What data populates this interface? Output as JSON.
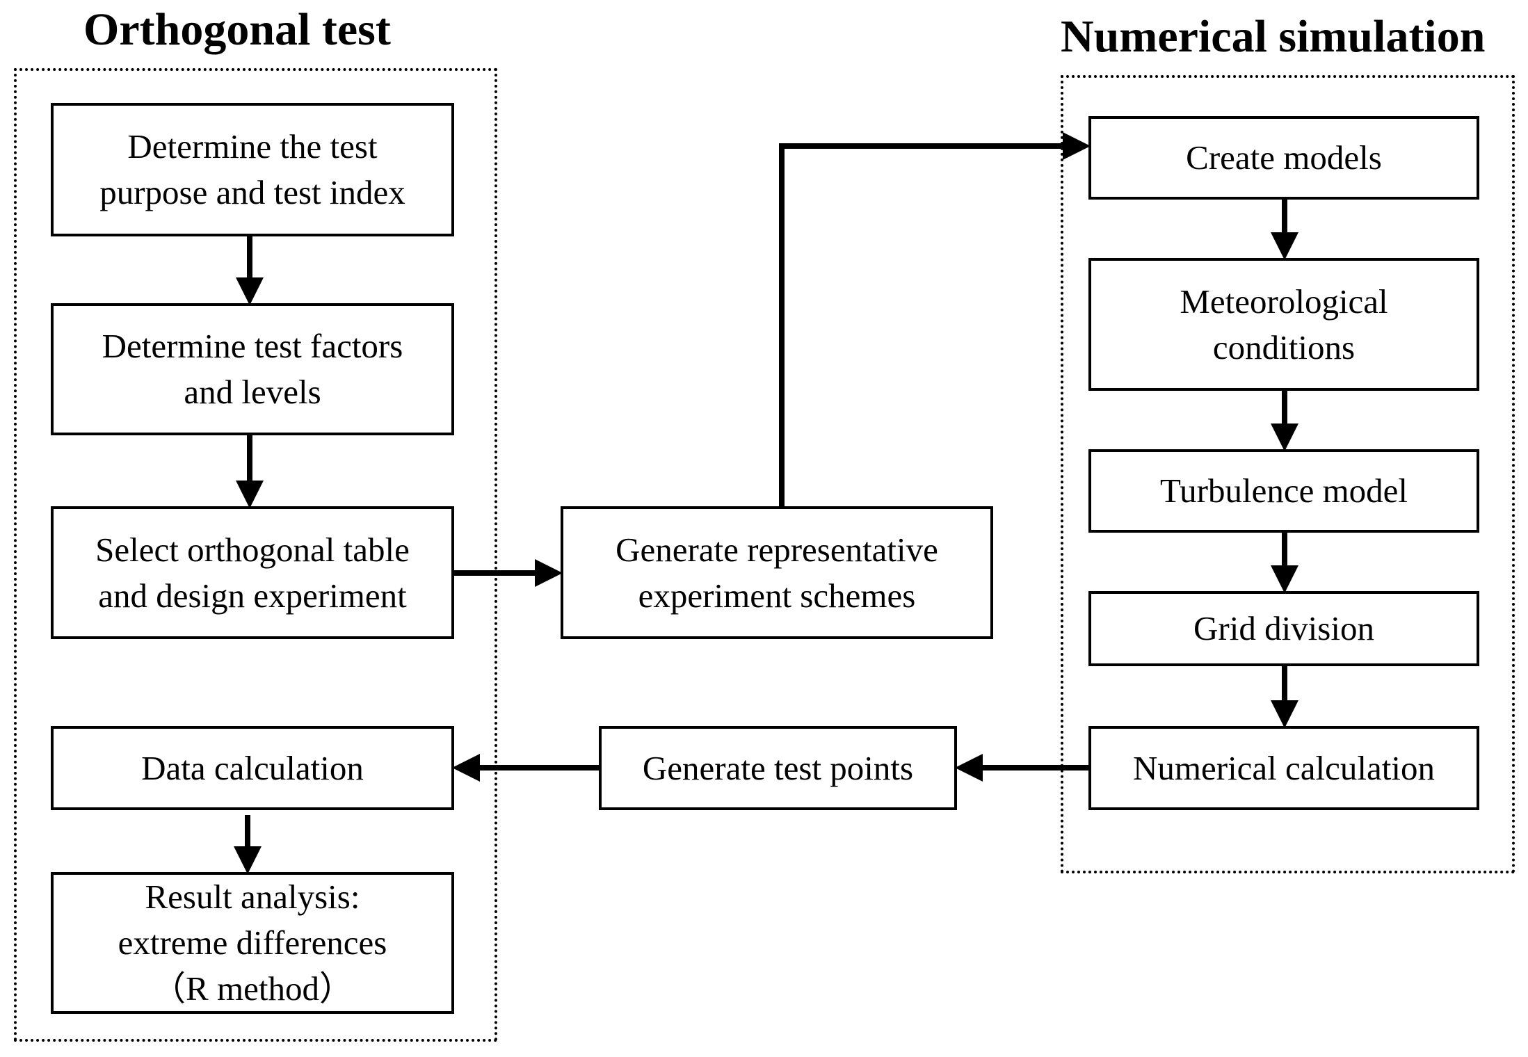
{
  "groups": {
    "orthogonal": {
      "title": "Orthogonal test"
    },
    "numerical": {
      "title": "Numerical simulation"
    }
  },
  "nodes": {
    "determine_purpose": {
      "lines": [
        "Determine the test",
        "purpose and test index"
      ]
    },
    "determine_factors": {
      "lines": [
        "Determine test factors",
        "and levels"
      ]
    },
    "select_table": {
      "lines": [
        "Select orthogonal table",
        "and design experiment"
      ]
    },
    "data_calculation": {
      "lines": [
        "Data calculation"
      ]
    },
    "result_analysis": {
      "lines": [
        "Result analysis:",
        "extreme differences",
        "（R method）"
      ]
    },
    "generate_schemes": {
      "lines": [
        "Generate representative",
        "experiment schemes"
      ]
    },
    "generate_points": {
      "lines": [
        "Generate test points"
      ]
    },
    "create_models": {
      "lines": [
        "Create models"
      ]
    },
    "meteorological": {
      "lines": [
        "Meteorological",
        "conditions"
      ]
    },
    "turbulence": {
      "lines": [
        "Turbulence model"
      ]
    },
    "grid_division": {
      "lines": [
        "Grid division"
      ]
    },
    "numerical_calculation": {
      "lines": [
        "Numerical calculation"
      ]
    }
  },
  "colors": {
    "stroke": "#000000",
    "background": "#ffffff"
  }
}
